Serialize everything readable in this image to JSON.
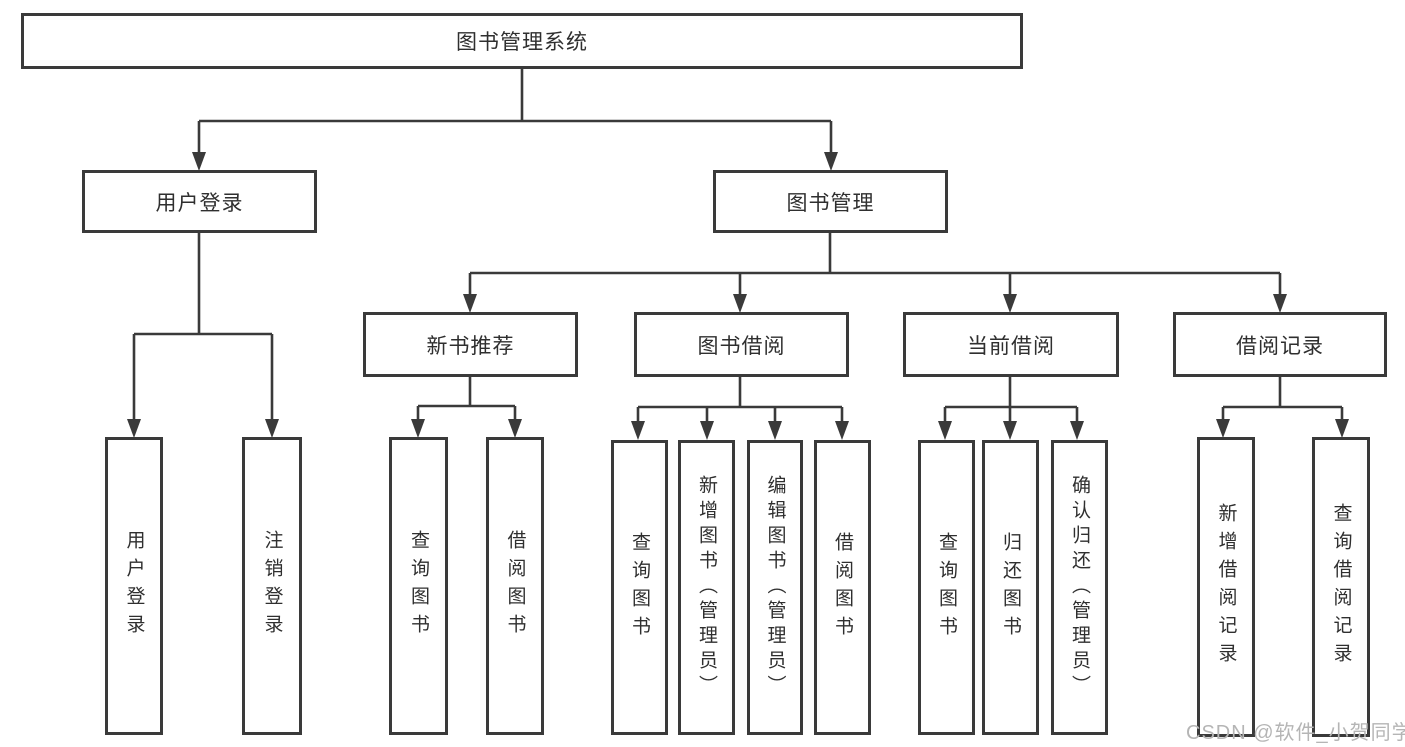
{
  "diagram": {
    "root": {
      "label": "图书管理系统"
    },
    "level1": [
      {
        "label": "用户登录"
      },
      {
        "label": "图书管理"
      }
    ],
    "level2": [
      {
        "label": "新书推荐"
      },
      {
        "label": "图书借阅"
      },
      {
        "label": "当前借阅"
      },
      {
        "label": "借阅记录"
      }
    ],
    "leaves": [
      {
        "label": "用户登录"
      },
      {
        "label": "注销登录"
      },
      {
        "label": "查询图书"
      },
      {
        "label": "借阅图书"
      },
      {
        "label": "查询图书"
      },
      {
        "label": "新增图书（管理员）"
      },
      {
        "label": "编辑图书（管理员）"
      },
      {
        "label": "借阅图书"
      },
      {
        "label": "查询图书"
      },
      {
        "label": "归还图书"
      },
      {
        "label": "确认归还（管理员）"
      },
      {
        "label": "新增借阅记录"
      },
      {
        "label": "查询借阅记录"
      }
    ],
    "line_color": "#3a3a3a"
  },
  "watermark": {
    "text": "CSDN @软件_小贺同学",
    "color": "#b5b5b5"
  }
}
